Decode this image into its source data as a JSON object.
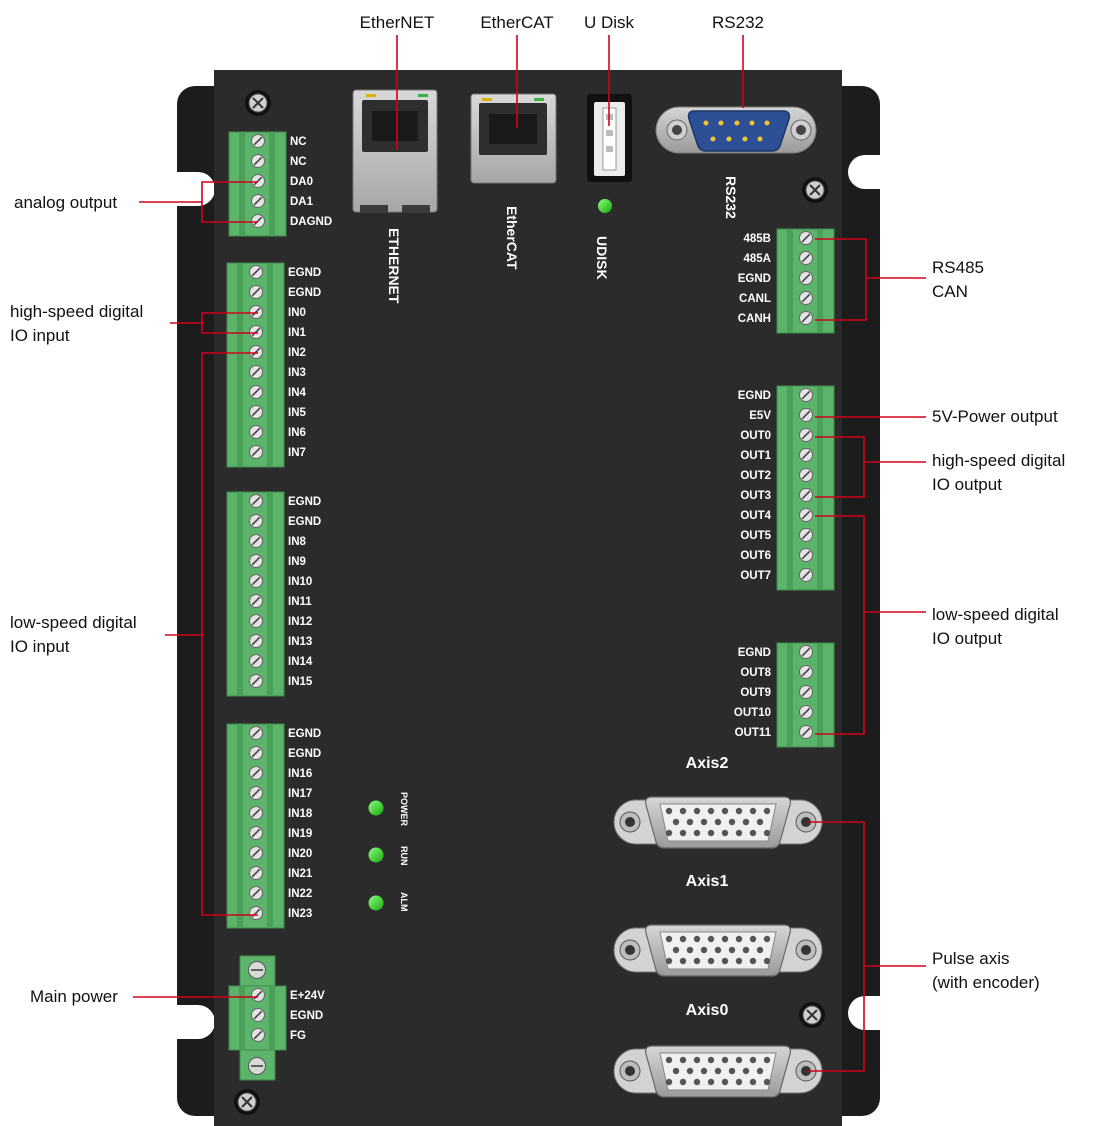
{
  "callouts": {
    "ethernet": "EtherNET",
    "ethercat": "EtherCAT",
    "udisk": "U Disk",
    "rs232": "RS232",
    "analog_output": "analog output",
    "hs_input_1": "high-speed digital",
    "hs_input_2": "IO input",
    "ls_input_1": "low-speed digital",
    "ls_input_2": "IO input",
    "main_power": "Main power",
    "rs485_1": "RS485",
    "rs485_2": "CAN",
    "power5v": "5V-Power output",
    "hs_output_1": "high-speed digital",
    "hs_output_2": "IO output",
    "ls_output_1": "low-speed digital",
    "ls_output_2": "IO output",
    "pulse_1": "Pulse axis",
    "pulse_2": "(with encoder)"
  },
  "port_labels": {
    "ethernet": "ETHERNET",
    "ethercat": "EtherCAT",
    "udisk": "UDISK",
    "rs232": "RS232"
  },
  "leds": {
    "power": "POWER",
    "run": "RUN",
    "alm": "ALM"
  },
  "axes": {
    "axis2": "Axis2",
    "axis1": "Axis1",
    "axis0": "Axis0"
  },
  "terminals": {
    "analog": [
      "NC",
      "NC",
      "DA0",
      "DA1",
      "DAGND"
    ],
    "input_a": [
      "EGND",
      "EGND",
      "IN0",
      "IN1",
      "IN2",
      "IN3",
      "IN4",
      "IN5",
      "IN6",
      "IN7"
    ],
    "input_b": [
      "EGND",
      "EGND",
      "IN8",
      "IN9",
      "IN10",
      "IN11",
      "IN12",
      "IN13",
      "IN14",
      "IN15"
    ],
    "input_c": [
      "EGND",
      "EGND",
      "IN16",
      "IN17",
      "IN18",
      "IN19",
      "IN20",
      "IN21",
      "IN22",
      "IN23"
    ],
    "power": [
      "E+24V",
      "EGND",
      "FG"
    ],
    "rs485": [
      "485B",
      "485A",
      "EGND",
      "CANL",
      "CANH"
    ],
    "output_a": [
      "EGND",
      "E5V",
      "OUT0",
      "OUT1",
      "OUT2",
      "OUT3",
      "OUT4",
      "OUT5",
      "OUT6",
      "OUT7"
    ],
    "output_b": [
      "EGND",
      "OUT8",
      "OUT9",
      "OUT10",
      "OUT11"
    ]
  },
  "colors": {
    "panel": "#2b2b2b",
    "bracket": "#1c1c1c",
    "terminal_green": "#5cb36a",
    "leader_red": "#d0021b",
    "led_green": "#2ad424"
  }
}
